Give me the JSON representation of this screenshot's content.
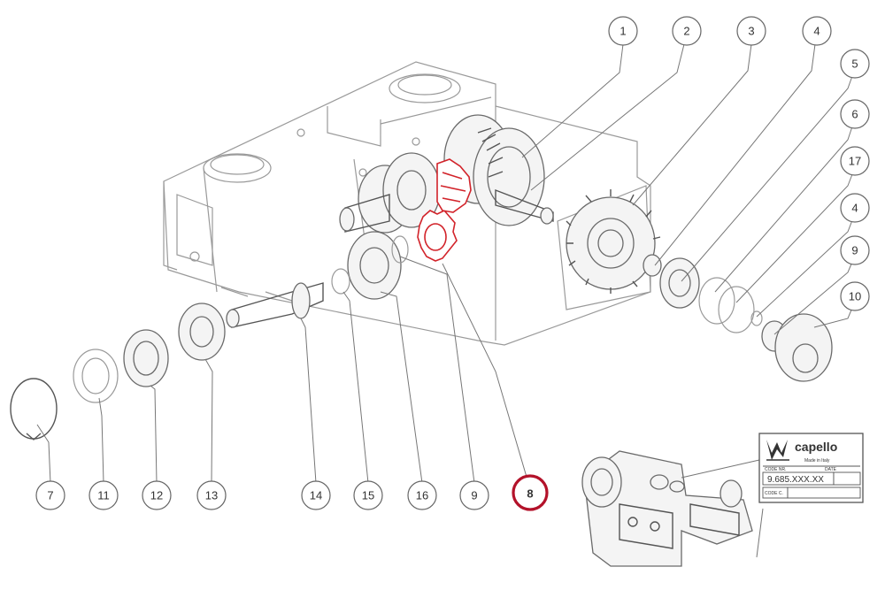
{
  "highlighted_part": "8",
  "colors": {
    "highlight": "#b3122a",
    "highlight_part": "#d2232a",
    "line": "#555555"
  },
  "callouts_top": [
    "1",
    "2",
    "3",
    "4",
    "5",
    "6",
    "17",
    "4",
    "9",
    "10"
  ],
  "callouts_bottom": [
    "7",
    "11",
    "12",
    "13",
    "14",
    "15",
    "16",
    "9",
    "8"
  ],
  "nameplate": {
    "brand": "capello",
    "tagline": "Made in Italy",
    "code_label": "CODE NR.",
    "date_label": "DATE",
    "code_value": "9.685.XXX.XX",
    "code_c_label": "CODE C."
  }
}
